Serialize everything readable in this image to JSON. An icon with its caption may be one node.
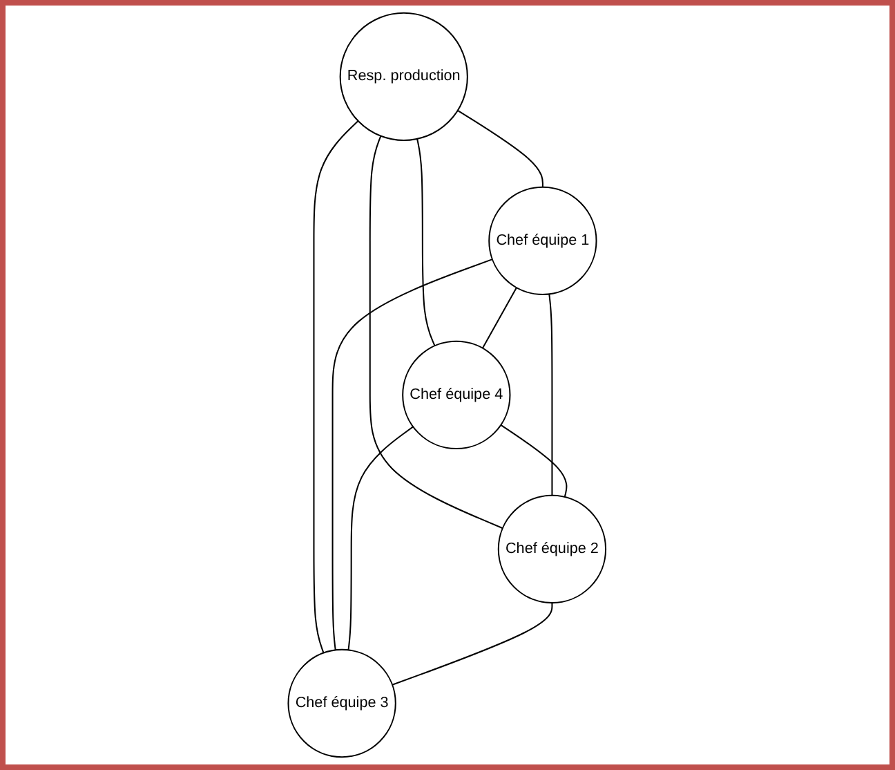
{
  "diagram": {
    "nodes": [
      {
        "text": [
          "Resp. production"
        ]
      },
      {
        "text": [
          "Chef équipe 1"
        ]
      },
      {
        "text": [
          "Chef équipe 4"
        ]
      },
      {
        "text": [
          "Chef équipe 2"
        ]
      },
      {
        "text": [
          "Chef équipe 3"
        ]
      }
    ],
    "edges": [
      {
        "from": 0,
        "to": 1,
        "arrow": "none"
      },
      {
        "from": 0,
        "to": 2,
        "arrow": "none"
      },
      {
        "from": 0,
        "to": 3,
        "arrow": "none"
      },
      {
        "from": 0,
        "to": 4,
        "arrow": "none"
      },
      {
        "from": 1,
        "to": 2,
        "arrow": "none"
      },
      {
        "from": 1,
        "to": 3,
        "arrow": "none"
      },
      {
        "from": 1,
        "to": 4,
        "arrow": "none"
      },
      {
        "from": 2,
        "to": 3,
        "arrow": "none"
      },
      {
        "from": 2,
        "to": 4,
        "arrow": "none"
      },
      {
        "from": 3,
        "to": 4,
        "arrow": "none"
      }
    ]
  }
}
